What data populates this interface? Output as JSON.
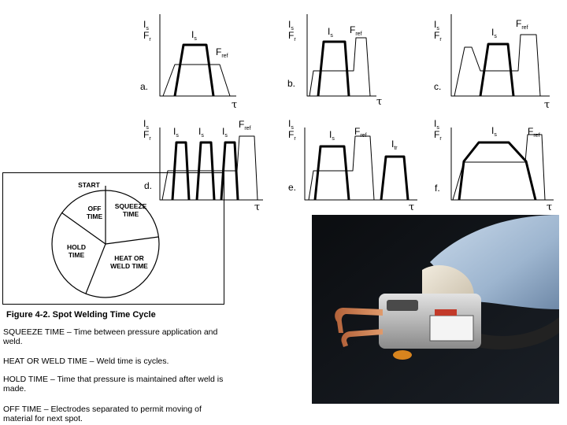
{
  "graphs": {
    "axis_label_I": "I",
    "axis_sub_I": "s",
    "axis_label_F": "F",
    "axis_sub_F": "r",
    "label_Is_main": "I",
    "label_Is_sub": "s",
    "label_Fref_main": "F",
    "label_Fref_sub": "ref",
    "label_It_main": "I",
    "label_It_sub": "tr",
    "time_symbol": "τ",
    "panels": [
      "a.",
      "b.",
      "c.",
      "d.",
      "e.",
      "f."
    ]
  },
  "cycle": {
    "start": "START",
    "squeeze_time": [
      "SQUEEZE",
      "TIME"
    ],
    "off_time": [
      "OFF",
      "TIME"
    ],
    "hold_time": [
      "HOLD",
      "TIME"
    ],
    "weld_time": [
      "HEAT OR",
      "WELD TIME"
    ],
    "caption": "Figure 4-2. Spot Welding Time Cycle"
  },
  "definitions": [
    "SQUEEZE TIME – Time between pressure application and weld.",
    "HEAT OR WELD TIME – Weld time is cycles.",
    "HOLD TIME – Time that pressure is maintained after weld is made.",
    "OFF TIME – Electrodes separated to permit moving of material for next spot."
  ],
  "photo": {
    "subject": "portable-spot-welder-photo"
  }
}
